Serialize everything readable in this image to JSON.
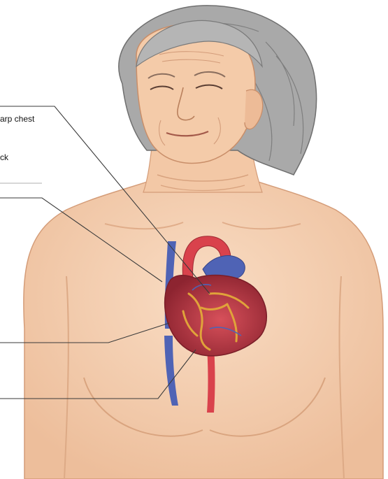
{
  "callouts": [
    {
      "text": "arp chest"
    },
    {
      "lines": [
        "",
        "ck"
      ]
    },
    {
      "text": ""
    }
  ],
  "colors": {
    "skin": "#F6D2B3",
    "skin_shadow": "#E3AE89",
    "hair": "#A9A9A9",
    "hair_dark": "#6F6F6F",
    "heart": "#C73A43",
    "heart_dark": "#8D2430",
    "coronary": "#E0A33A",
    "vein": "#4F63B5",
    "aorta": "#D9424C",
    "leader_line": "#3A3A3A"
  },
  "icons": [
    "woman-figure-illustration",
    "heart-illustration"
  ]
}
